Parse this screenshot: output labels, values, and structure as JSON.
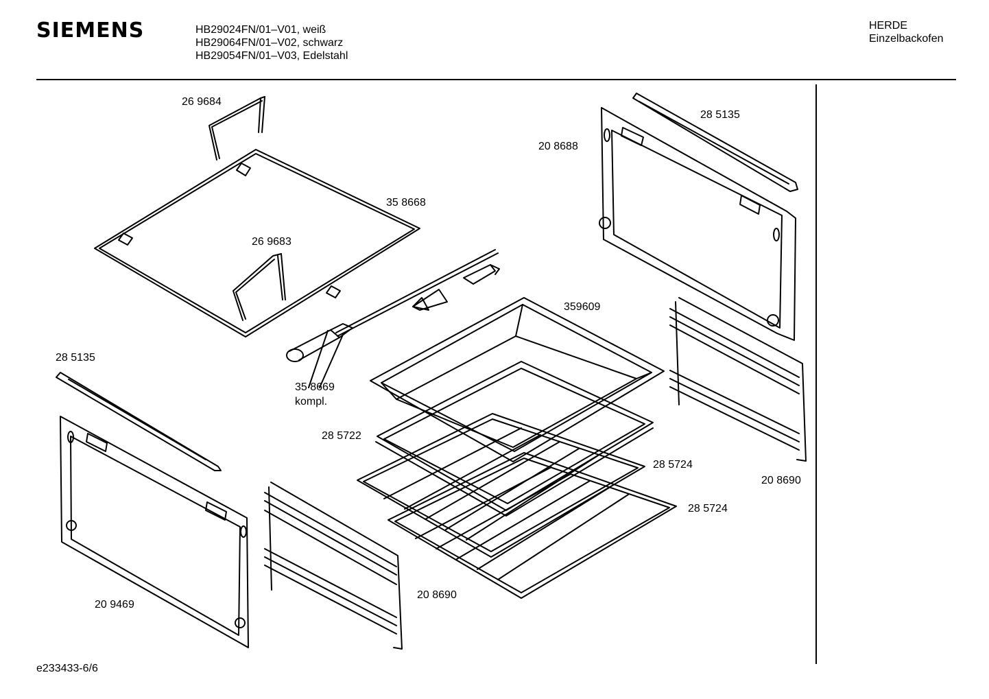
{
  "header": {
    "brand": "SIEMENS",
    "models": [
      "HB29024FN/01–V01, weiß",
      "HB29064FN/01–V02, schwarz",
      "HB29054FN/01–V03, Edelstahl"
    ],
    "category_line1": "HERDE",
    "category_line2": "Einzelbackofen"
  },
  "parts": {
    "p269684": "26 9684",
    "p358668": "35 8668",
    "p269683": "26 9683",
    "p358669": "35 8669",
    "p358669_note": "kompl.",
    "p285135_top": "28 5135",
    "p208688": "20 8688",
    "p359609": "359609",
    "p285135_left": "28 5135",
    "p285722": "28 5722",
    "p285724_a": "28 5724",
    "p285724_b": "28 5724",
    "p208690_right": "20 8690",
    "p208690_mid": "20 8690",
    "p209469": "20 9469"
  },
  "footer": {
    "doc_id": "e233433-6/6"
  }
}
